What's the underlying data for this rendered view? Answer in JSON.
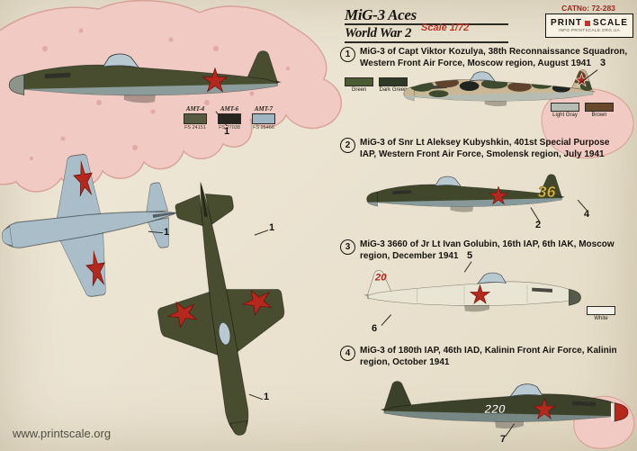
{
  "header": {
    "title_line1": "MiG-3 Aces",
    "title_line2": "World War 2",
    "scale": "Scale 1/72",
    "cat_no": "CATNo: 72-283",
    "brand_left": "PRINT",
    "brand_right": "SCALE",
    "brand_sub": "INFO.PRINTSCALE.ORG.UA"
  },
  "footer": {
    "website": "www.printscale.org"
  },
  "colors": {
    "star_red": "#b5281d",
    "accent_red": "#c23527",
    "olive": "#474d2e",
    "olive_green": "#40472a",
    "dark_olive": "#3c422a",
    "underside_blue": "#a9bec9",
    "camo_tan": "#c9b795",
    "winter_white": "#e9e5d4",
    "number_yellow": "#d9ba3e",
    "number_white": "#efece1",
    "map_pink": "#f1cbc3"
  },
  "amt_chips": [
    {
      "name": "AMT-4",
      "fs": "FS 24151",
      "hex": "#565b41"
    },
    {
      "name": "AMT-6",
      "fs": "FS 27038",
      "hex": "#26241f"
    },
    {
      "name": "AMT-7",
      "fs": "FS 25466",
      "hex": "#9fb6c2"
    }
  ],
  "callout_labels": {
    "n1": "1",
    "n2": "2",
    "n3": "3",
    "n4": "4",
    "n5": "5",
    "n6": "6",
    "n7": "7"
  },
  "entries": [
    {
      "num": "1",
      "text": "MiG-3 of Capt Viktor Kozulya, 38th Reconnaissance Squadron, Western Front Air Force, Moscow region, August 1941",
      "chips": [
        {
          "label": "Green",
          "hex": "#4a5a33"
        },
        {
          "label": "Dark Green",
          "hex": "#2e3a26"
        },
        {
          "label": "Light Gray",
          "hex": "#b7bcb3"
        },
        {
          "label": "Brown",
          "hex": "#6a482e"
        }
      ]
    },
    {
      "num": "2",
      "text": "MiG-3 of Snr Lt Aleksey Kubyshkin, 401st Special Purpose IAP, Western Front Air Force, Smolensk region, July 1941",
      "aircraft_number": "36"
    },
    {
      "num": "3",
      "text": "MiG-3 3660 of Jr Lt Ivan Golubin, 16th IAP, 6th IAK, Moscow region, December 1941",
      "aircraft_number": "20",
      "chips": [
        {
          "label": "White",
          "hex": "#f4f1e8"
        }
      ]
    },
    {
      "num": "4",
      "text": "MiG-3 of 180th IAP, 46th IAD, Kalinin Front Air Force, Kalinin region, October 1941",
      "aircraft_number": "220"
    }
  ]
}
